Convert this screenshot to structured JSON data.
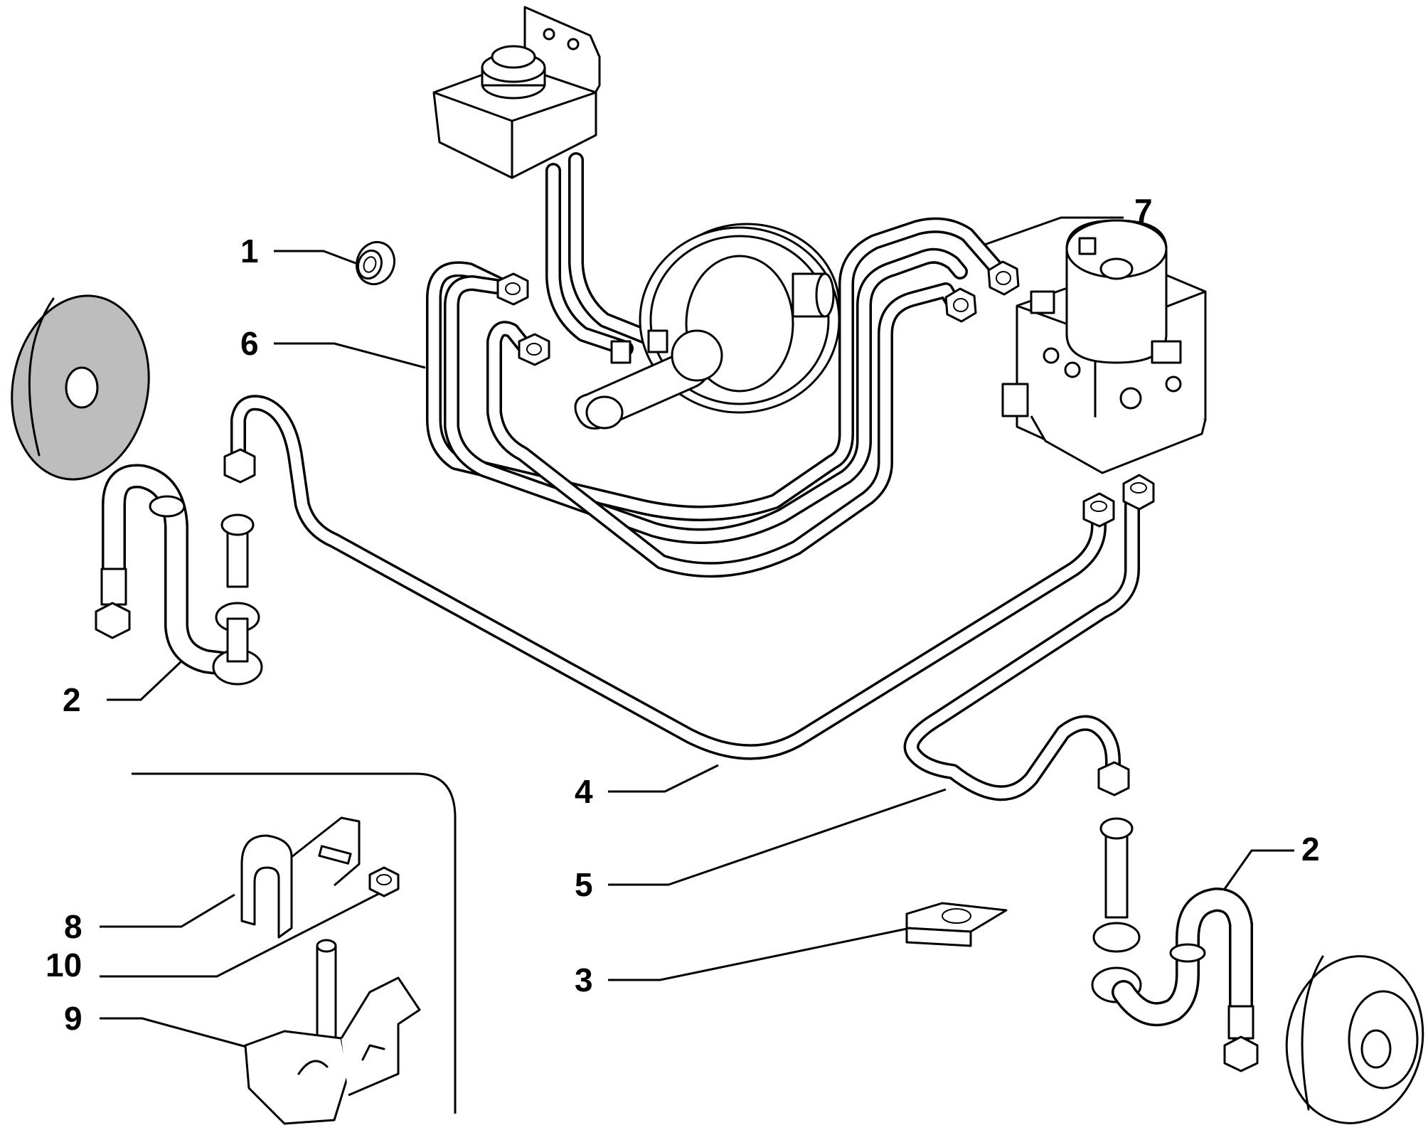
{
  "diagram": {
    "callouts": [
      {
        "id": "c1",
        "label": "1"
      },
      {
        "id": "c2a",
        "label": "2"
      },
      {
        "id": "c2b",
        "label": "2"
      },
      {
        "id": "c3",
        "label": "3"
      },
      {
        "id": "c4",
        "label": "4"
      },
      {
        "id": "c5",
        "label": "5"
      },
      {
        "id": "c6",
        "label": "6"
      },
      {
        "id": "c7",
        "label": "7"
      },
      {
        "id": "c8",
        "label": "8"
      },
      {
        "id": "c9",
        "label": "9"
      },
      {
        "id": "c10",
        "label": "10"
      }
    ]
  }
}
